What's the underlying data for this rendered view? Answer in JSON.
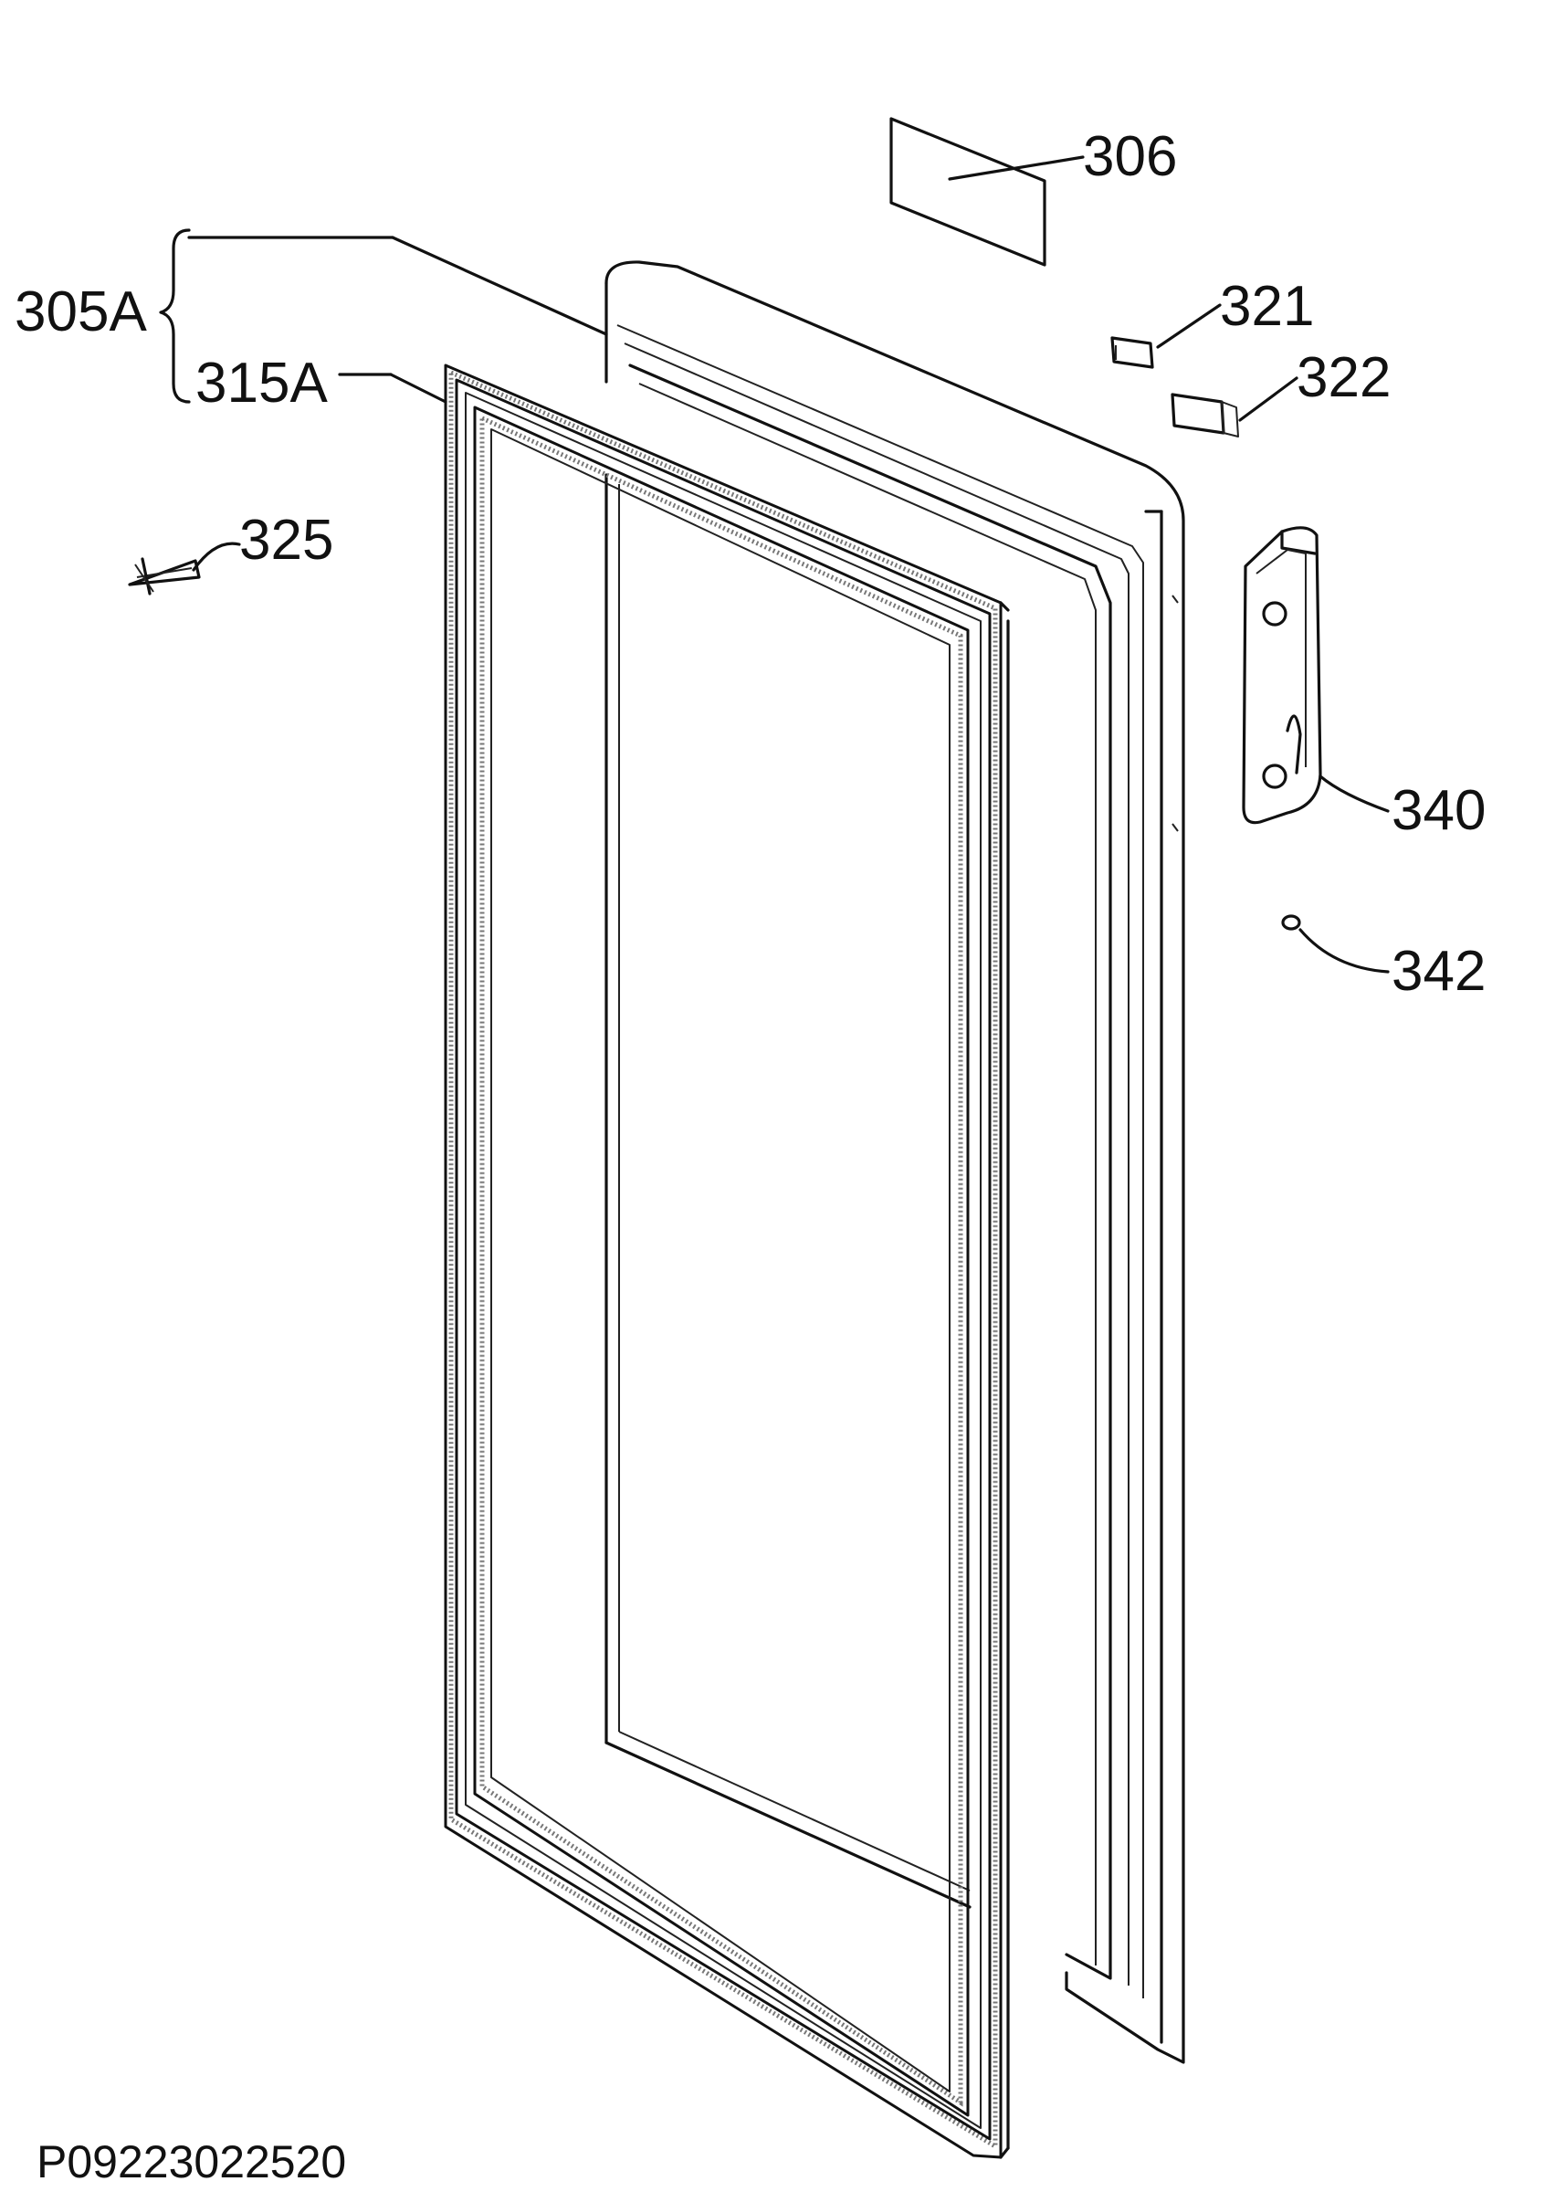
{
  "diagram": {
    "drawing_code": "P09223022520",
    "parts": [
      {
        "id": "306",
        "label": "306"
      },
      {
        "id": "305A",
        "label": "305A"
      },
      {
        "id": "315A",
        "label": "315A"
      },
      {
        "id": "321",
        "label": "321"
      },
      {
        "id": "322",
        "label": "322"
      },
      {
        "id": "325",
        "label": "325"
      },
      {
        "id": "340",
        "label": "340"
      },
      {
        "id": "342",
        "label": "342"
      }
    ]
  }
}
